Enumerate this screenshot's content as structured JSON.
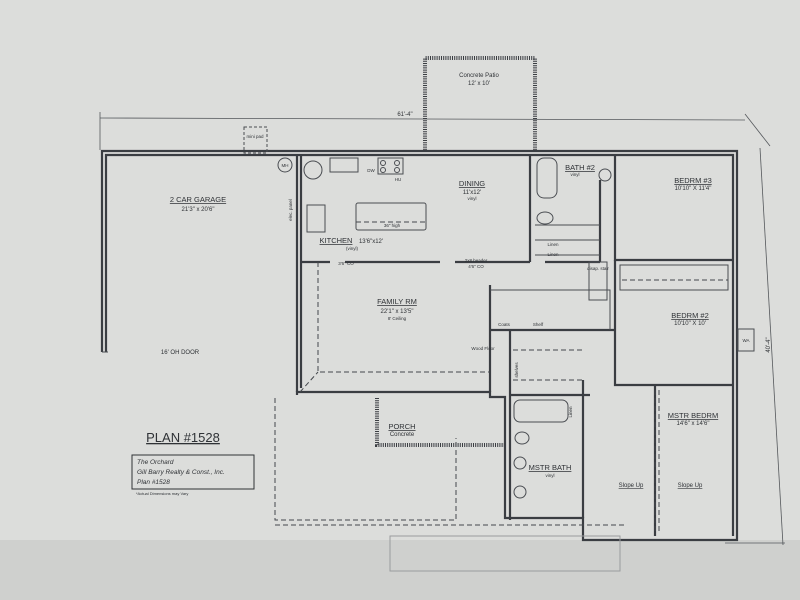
{
  "plan": {
    "overall_width": "61'-4\"",
    "overall_depth": "40'-4\"",
    "patio": {
      "name": "Concrete Patio",
      "size": "12' x 10'"
    },
    "rooms": {
      "garage": {
        "name": "2 CAR GARAGE",
        "size": "21'3\" x 20'6\""
      },
      "garage_door": "16' OH DOOR",
      "kitchen": {
        "name": "KITCHEN",
        "size": "13'6\"x12'",
        "floor": "(vinyl)"
      },
      "dining": {
        "name": "DINING",
        "size": "11'x12'",
        "floor": "vinyl"
      },
      "bath2": {
        "name": "BATH #2",
        "floor": "vinyl"
      },
      "bedrm3": {
        "name": "BEDRM #3",
        "size": "10'10\" X 11'4\""
      },
      "bedrm2": {
        "name": "BEDRM #2",
        "size": "10'10\" X 10'"
      },
      "family": {
        "name": "FAMILY RM",
        "size": "22'1\" x 13'5\"",
        "ceiling": "8' Ceiling"
      },
      "mstr_bedrm": {
        "name": "MSTR BEDRM",
        "size": "14'6\" x 14'6\"",
        "slope_left": "Slope Up",
        "slope_right": "Slope Up"
      },
      "mstr_bath": {
        "name": "MSTR BATH",
        "floor": "vinyl"
      },
      "porch": {
        "name": "PORCH",
        "floor": "Concrete"
      }
    },
    "notes": {
      "island": "36\" high",
      "opening1": "3'6\" CO",
      "header": "2x8 header",
      "opening2": "4'6\" CO",
      "elec_panel": "elec. panel",
      "mini_pad": "mini pad",
      "mh": "MH",
      "dw": "DW",
      "hu": "HU",
      "linen1": "Linen",
      "linen2": "Linen",
      "disap_stair": "disap. stair",
      "coats": "Coats",
      "shelf": "Shelf",
      "wood_floor": "Wood Floor",
      "shelves": "shelves",
      "linen3": "Linen",
      "wa": "WA"
    },
    "title": "PLAN #1528",
    "title_block": {
      "line1": "The Orchard",
      "line2": "Gill Barry Realty & Const., Inc.",
      "line3": "Plan #1528",
      "footnote": "*Actual Dimensions may Vary"
    }
  }
}
